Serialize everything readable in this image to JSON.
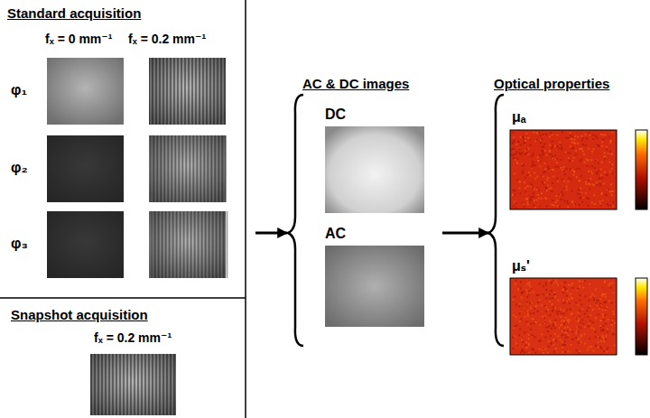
{
  "diagram": {
    "nodes": [
      {
        "text": [
          "Standard acquisition"
        ]
      },
      {
        "text": [
          "Snapshot acquisition"
        ]
      },
      {
        "text": [
          "AC & DC images"
        ]
      },
      {
        "text": [
          "Optical properties"
        ]
      }
    ],
    "edges": [
      {
        "from": 0,
        "to": 2,
        "arrow": "to"
      },
      {
        "from": 2,
        "to": 3,
        "arrow": "to"
      }
    ],
    "labels": [
      "fₓ = 0 mm⁻¹",
      "fₓ = 0.2 mm⁻¹",
      "φ₁",
      "φ₂",
      "φ₃",
      "fₓ = 0.2 mm⁻¹",
      "DC",
      "AC",
      "μₐ",
      "μₛ'"
    ]
  }
}
